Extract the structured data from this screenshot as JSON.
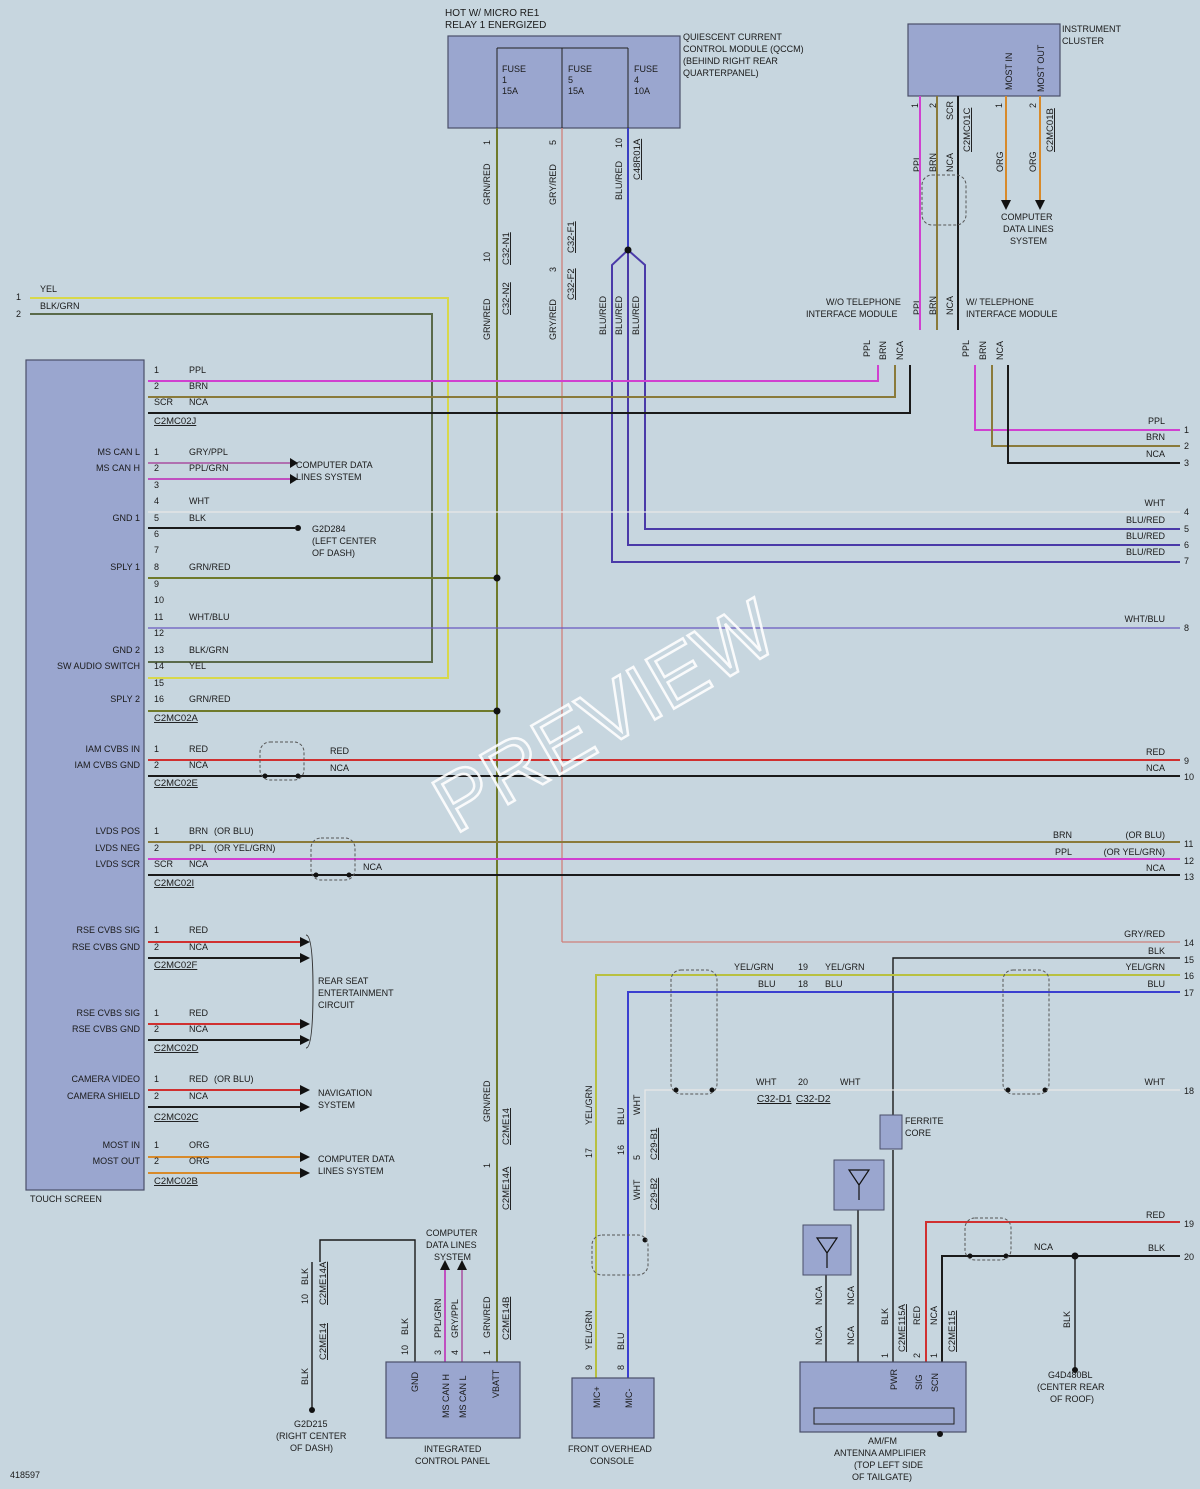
{
  "watermark": "PREVIEW",
  "doc_number": "418597",
  "qccm": {
    "hot_label": [
      "HOT W/ MICRO RE1",
      "RELAY 1 ENERGIZED"
    ],
    "name": [
      "QUIESCENT CURRENT",
      "CONTROL MODULE (QCCM)",
      "(BEHIND RIGHT REAR",
      "QUARTERPANEL)"
    ],
    "fuses": [
      {
        "label": "FUSE",
        "num": "1",
        "amp": "15A"
      },
      {
        "label": "FUSE",
        "num": "5",
        "amp": "15A"
      },
      {
        "label": "FUSE",
        "num": "4",
        "amp": "10A"
      }
    ],
    "pins": [
      "1",
      "5",
      "10"
    ],
    "connector": "C48R01A",
    "wires": [
      "GRN/RED",
      "GRY/RED",
      "BLU/RED"
    ]
  },
  "instrument_cluster": {
    "name": [
      "INSTRUMENT",
      "CLUSTER"
    ],
    "most_in": "MOST IN",
    "most_out": "MOST OUT",
    "pins_left": [
      "1",
      "2",
      "SCR"
    ],
    "pins_right": [
      "1",
      "2"
    ],
    "conn_left": "C2MC01C",
    "conn_right": "C2MC01B",
    "wires_left": [
      "PPL",
      "BRN",
      "NCA"
    ],
    "wires_right": [
      "ORG",
      "ORG"
    ],
    "data_system": [
      "COMPUTER",
      "DATA LINES",
      "SYSTEM"
    ],
    "wo_tel": [
      "W/O TELEPHONE",
      "INTERFACE MODULE"
    ],
    "w_tel": [
      "W/ TELEPHONE",
      "INTERFACE MODULE"
    ]
  },
  "inline_connectors": {
    "c32n1": "C32-N1",
    "c32n2": "C32-N2",
    "c32f1": "C32-F1",
    "c32f2": "C32-F2",
    "pin10": "10",
    "pin3": "3",
    "c32d1": "C32-D1",
    "c32d2": "C32-D2",
    "c29b1": "C29-B1",
    "c29b2": "C29-B2",
    "c2me14": "C2ME14",
    "c2me14a": "C2ME14A",
    "c2me14b": "C2ME14B",
    "c2me115a": "C2ME115A",
    "c2me115": "C2ME115"
  },
  "touch_screen": {
    "name": "TOUCH SCREEN",
    "top_wires": [
      {
        "pin": "1",
        "color": "YEL"
      },
      {
        "pin": "2",
        "color": "BLK/GRN"
      }
    ],
    "groups": [
      {
        "connector": "C2MC02J",
        "rows": [
          {
            "pin": "1",
            "wire": "PPL",
            "label": ""
          },
          {
            "pin": "2",
            "wire": "BRN",
            "label": ""
          },
          {
            "pin": "SCR",
            "wire": "NCA",
            "label": ""
          }
        ]
      },
      {
        "connector": "C2MC02A",
        "rows": [
          {
            "pin": "1",
            "wire": "GRY/PPL",
            "label": "MS CAN L"
          },
          {
            "pin": "2",
            "wire": "PPL/GRN",
            "label": "MS CAN H"
          },
          {
            "pin": "3",
            "wire": "",
            "label": ""
          },
          {
            "pin": "4",
            "wire": "WHT",
            "label": ""
          },
          {
            "pin": "5",
            "wire": "BLK",
            "label": "GND 1"
          },
          {
            "pin": "6",
            "wire": "",
            "label": ""
          },
          {
            "pin": "7",
            "wire": "",
            "label": ""
          },
          {
            "pin": "8",
            "wire": "GRN/RED",
            "label": "SPLY 1"
          },
          {
            "pin": "9",
            "wire": "",
            "label": ""
          },
          {
            "pin": "10",
            "wire": "",
            "label": ""
          },
          {
            "pin": "11",
            "wire": "WHT/BLU",
            "label": ""
          },
          {
            "pin": "12",
            "wire": "",
            "label": ""
          },
          {
            "pin": "13",
            "wire": "BLK/GRN",
            "label": "GND 2"
          },
          {
            "pin": "14",
            "wire": "YEL",
            "label": "SW AUDIO SWITCH"
          },
          {
            "pin": "15",
            "wire": "",
            "label": ""
          },
          {
            "pin": "16",
            "wire": "GRN/RED",
            "label": "SPLY 2"
          }
        ]
      },
      {
        "connector": "C2MC02E",
        "rows": [
          {
            "pin": "1",
            "wire": "RED",
            "label": "IAM CVBS IN"
          },
          {
            "pin": "2",
            "wire": "NCA",
            "label": "IAM CVBS GND"
          }
        ]
      },
      {
        "connector": "C2MC02I",
        "rows": [
          {
            "pin": "1",
            "wire": "BRN",
            "alt": "(OR BLU)",
            "label": "LVDS POS"
          },
          {
            "pin": "2",
            "wire": "PPL",
            "alt": "(OR YEL/GRN)",
            "label": "LVDS NEG"
          },
          {
            "pin": "SCR",
            "wire": "NCA",
            "alt": "",
            "label": "LVDS SCR"
          }
        ]
      },
      {
        "connector": "C2MC02F",
        "rows": [
          {
            "pin": "1",
            "wire": "RED",
            "label": "RSE CVBS SIG"
          },
          {
            "pin": "2",
            "wire": "NCA",
            "label": "RSE CVBS GND"
          }
        ]
      },
      {
        "connector": "C2MC02D",
        "rows": [
          {
            "pin": "1",
            "wire": "RED",
            "label": "RSE CVBS SIG"
          },
          {
            "pin": "2",
            "wire": "NCA",
            "label": "RSE CVBS GND"
          }
        ]
      },
      {
        "connector": "C2MC02C",
        "rows": [
          {
            "pin": "1",
            "wire": "RED",
            "alt": "(OR BLU)",
            "label": "CAMERA VIDEO"
          },
          {
            "pin": "2",
            "wire": "NCA",
            "alt": "",
            "label": "CAMERA SHIELD"
          }
        ]
      },
      {
        "connector": "C2MC02B",
        "rows": [
          {
            "pin": "1",
            "wire": "ORG",
            "label": "MOST IN"
          },
          {
            "pin": "2",
            "wire": "ORG",
            "label": "MOST OUT"
          }
        ]
      }
    ],
    "cdls": [
      "COMPUTER DATA",
      "LINES SYSTEM"
    ],
    "g2d284": [
      "G2D284",
      "(LEFT CENTER",
      "OF DASH)"
    ],
    "rse": [
      "REAR SEAT",
      "ENTERTAINMENT",
      "CIRCUIT"
    ],
    "nav": [
      "NAVIGATION",
      "SYSTEM"
    ],
    "cdls2": [
      "COMPUTER DATA",
      "LINES SYSTEM"
    ],
    "mid_red": "RED",
    "mid_nca": "NCA",
    "mid_nca2": "NCA"
  },
  "right_edge": [
    {
      "num": "1",
      "wire": "PPL",
      "alt": ""
    },
    {
      "num": "2",
      "wire": "BRN",
      "alt": ""
    },
    {
      "num": "3",
      "wire": "NCA",
      "alt": ""
    },
    {
      "num": "4",
      "wire": "WHT",
      "alt": ""
    },
    {
      "num": "5",
      "wire": "BLU/RED",
      "alt": ""
    },
    {
      "num": "6",
      "wire": "BLU/RED",
      "alt": ""
    },
    {
      "num": "7",
      "wire": "BLU/RED",
      "alt": ""
    },
    {
      "num": "8",
      "wire": "WHT/BLU",
      "alt": ""
    },
    {
      "num": "9",
      "wire": "RED",
      "alt": ""
    },
    {
      "num": "10",
      "wire": "NCA",
      "alt": ""
    },
    {
      "num": "11",
      "wire": "BRN",
      "alt": "(OR BLU)"
    },
    {
      "num": "12",
      "wire": "PPL",
      "alt": "(OR YEL/GRN)"
    },
    {
      "num": "13",
      "wire": "NCA",
      "alt": ""
    },
    {
      "num": "14",
      "wire": "GRY/RED",
      "alt": ""
    },
    {
      "num": "15",
      "wire": "BLK",
      "alt": ""
    },
    {
      "num": "16",
      "wire": "YEL/GRN",
      "alt": ""
    },
    {
      "num": "17",
      "wire": "BLU",
      "alt": ""
    },
    {
      "num": "18",
      "wire": "WHT",
      "alt": ""
    },
    {
      "num": "19",
      "wire": "RED",
      "alt": ""
    },
    {
      "num": "20",
      "wire": "BLK",
      "alt": ""
    }
  ],
  "mid_c32d": {
    "yelgrn": "YEL/GRN",
    "blu": "BLU",
    "wht": "WHT",
    "p19": "19",
    "p18": "18",
    "p20": "20",
    "nca": "NCA"
  },
  "g2d215": {
    "name": [
      "G2D215",
      "(RIGHT CENTER",
      "OF DASH)"
    ],
    "wire": "BLK",
    "pin": "10"
  },
  "icp": {
    "name": [
      "INTEGRATED",
      "CONTROL PANEL"
    ],
    "pins": [
      "GND",
      "MS CAN H",
      "MS CAN L",
      "VBATT"
    ],
    "pin_nums": [
      "10",
      "3",
      "4",
      "1"
    ],
    "wires": [
      "BLK",
      "PPL/GRN",
      "GRY/PPL",
      "GRN/RED"
    ],
    "cdls": [
      "COMPUTER",
      "DATA LINES",
      "SYSTEM"
    ]
  },
  "foc": {
    "name": [
      "FRONT OVERHEAD",
      "CONSOLE"
    ],
    "pins": [
      "MIC+",
      "MIC-"
    ],
    "pin_nums": [
      "9",
      "8"
    ],
    "wires": [
      "YEL/GRN",
      "BLU",
      "WHT"
    ],
    "inline_pins": [
      "17",
      "16",
      "5"
    ]
  },
  "amp": {
    "name": [
      "AM/FM",
      "ANTENNA AMPLIFIER",
      "(TOP LEFT SIDE",
      "OF TAILGATE)"
    ],
    "pins": [
      "PWR",
      "SIG",
      "SCN"
    ],
    "wires": [
      "NCA",
      "NCA",
      "NCA",
      "NCA",
      "BLK",
      "RED",
      "NCA"
    ],
    "ferrite": [
      "FERRITE",
      "CORE"
    ],
    "pin_nums": [
      "1",
      "2",
      "1"
    ]
  },
  "g4d480bl": {
    "name": [
      "G4D480BL",
      "(CENTER REAR",
      "OF ROOF)"
    ],
    "wire": "BLK"
  }
}
